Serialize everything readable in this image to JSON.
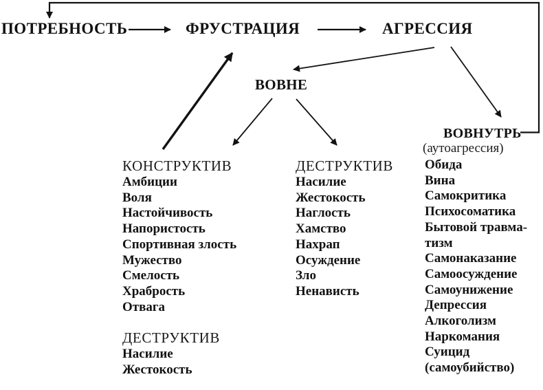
{
  "colors": {
    "background": "#ffffff",
    "text": "#121212",
    "line": "#121212"
  },
  "nodes": {
    "need": "ПОТРЕБНОСТЬ",
    "frustration": "ФРУСТРАЦИЯ",
    "aggression": "АГРЕССИЯ",
    "outward": "ВОВНЕ",
    "inward": "ВОВНУТРЬ",
    "inward_note": "(аутоагрессия)"
  },
  "columns": {
    "constructive": {
      "header": "КОНСТРУКТИВ",
      "items": [
        "Амбиции",
        "Воля",
        "Настойчивость",
        "Напористость",
        "Спортивная злость",
        "Мужество",
        "Смелость",
        "Храбрость",
        "Отвага"
      ]
    },
    "constructive_destructive": {
      "header": "ДЕСТРУКТИВ",
      "items": [
        "Насилие",
        "Жестокость"
      ]
    },
    "destructive": {
      "header": "ДЕСТРУКТИВ",
      "items": [
        "Насилие",
        "Жестокость",
        "Наглость",
        "Хамство",
        "Нахрап",
        "Осуждение",
        "Зло",
        "Ненависть"
      ]
    },
    "inward_list": {
      "items": [
        "Обида",
        "Вина",
        "Самокритика",
        "Психосоматика",
        "Бытовой травма-",
        "тизм",
        "Самонаказание",
        "Самоосуждение",
        "Самоунижение",
        "Депрессия",
        "Алкоголизм",
        "Наркомания",
        "Суицид",
        "(самоубийство)"
      ]
    }
  }
}
